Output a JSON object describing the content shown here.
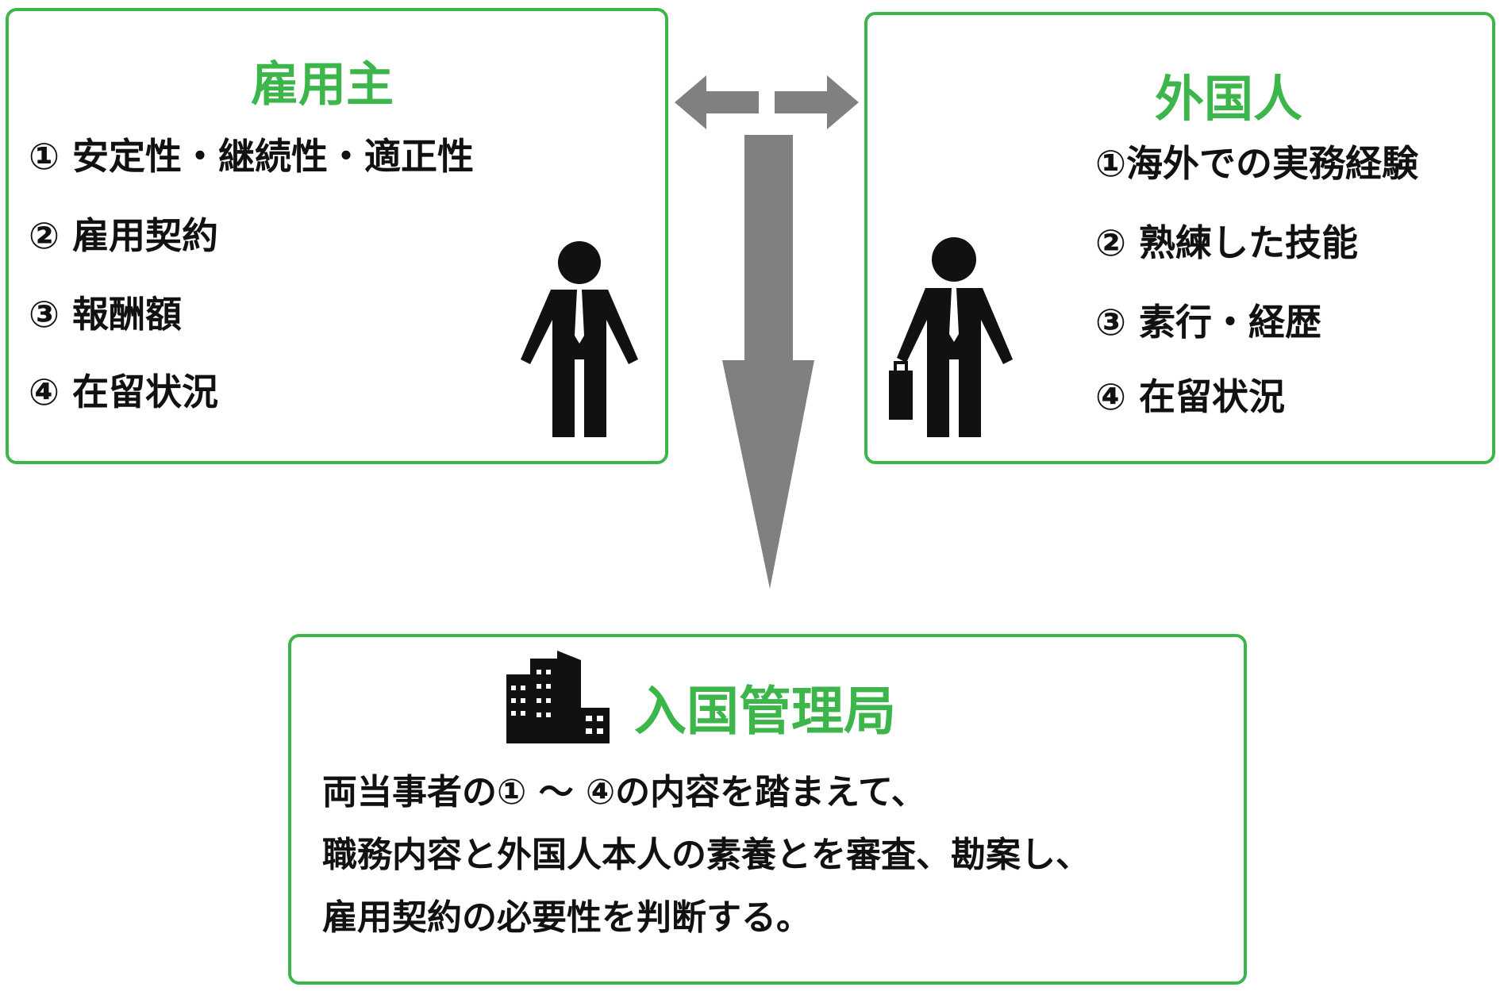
{
  "employer": {
    "title": "雇用主",
    "items": [
      "① 安定性・継続性・適正性",
      "② 雇用契約",
      "③ 報酬額",
      "④ 在留状況"
    ]
  },
  "foreigner": {
    "title": "外国人",
    "items": [
      "①海外での実務経験",
      "② 熟練した技能",
      "③ 素行・経歴",
      "④ 在留状況"
    ]
  },
  "immigration": {
    "title": "入国管理局",
    "lines": [
      "両当事者の① ～ ④の内容を踏まえて、",
      "職務内容と外国人本人の素養とを審査、勘案し、",
      "雇用契約の必要性を判断する。"
    ]
  },
  "colors": {
    "accent": "#3cb54a",
    "arrow": "#808080"
  }
}
